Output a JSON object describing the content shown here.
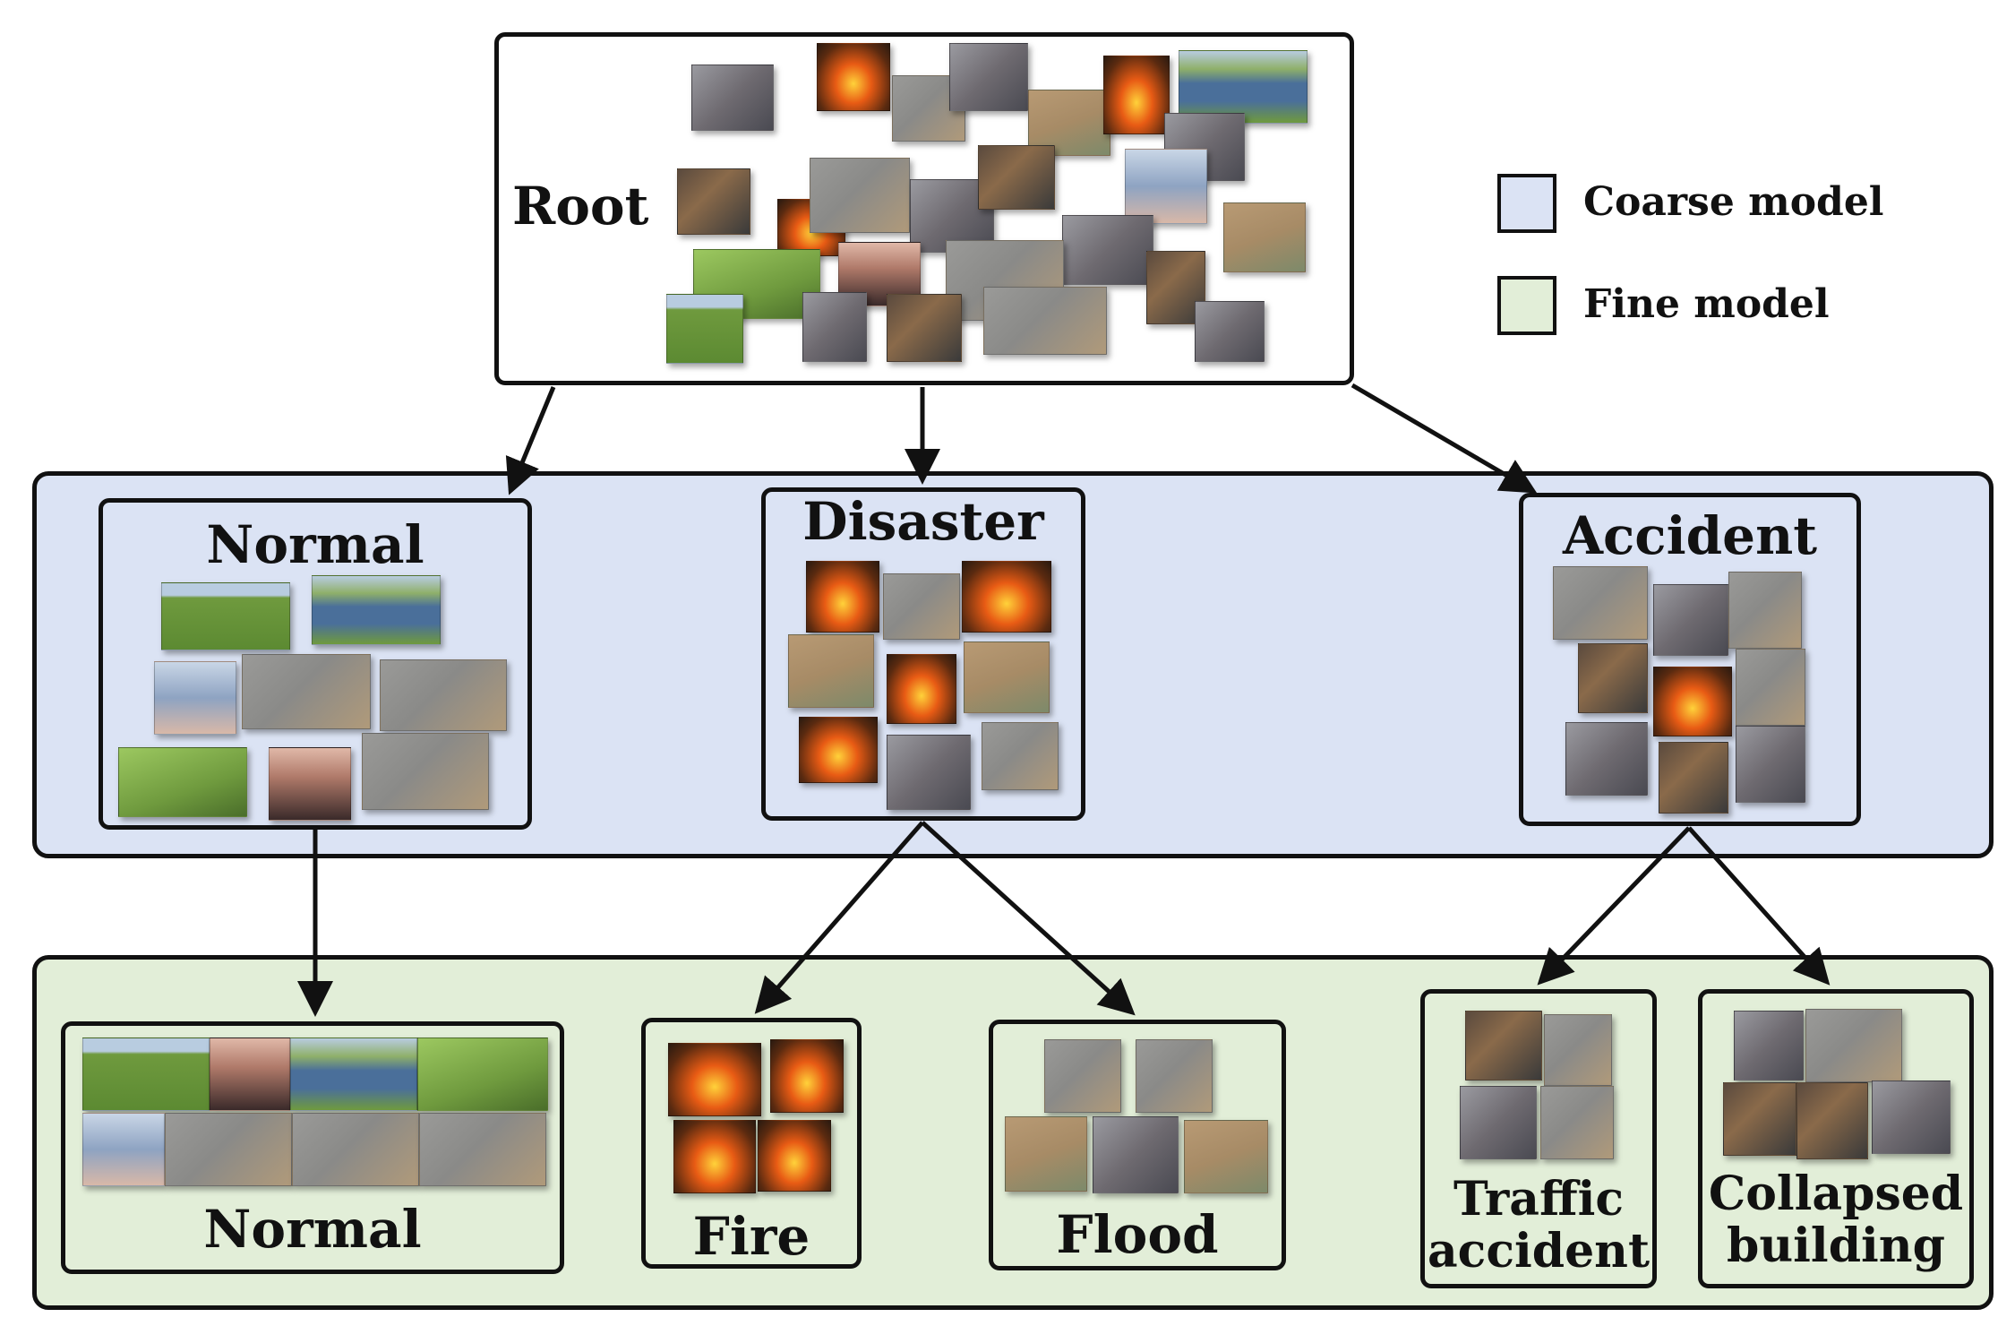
{
  "root": {
    "label": "Root"
  },
  "legend": {
    "coarse": {
      "label": "Coarse model",
      "color": "#dbe3f4"
    },
    "fine": {
      "label": "Fine model",
      "color": "#e2eed8"
    }
  },
  "coarse": {
    "normal": {
      "label": "Normal"
    },
    "disaster": {
      "label": "Disaster"
    },
    "accident": {
      "label": "Accident"
    }
  },
  "fine": {
    "normal": {
      "label": "Normal"
    },
    "fire": {
      "label": "Fire"
    },
    "flood": {
      "label": "Flood"
    },
    "traffic": {
      "label_line1": "Traffic",
      "label_line2": "accident"
    },
    "collapsed": {
      "label_line1": "Collapsed",
      "label_line2": "building"
    }
  },
  "colors": {
    "grass": "#6f9a3e",
    "water": "#4a6f9a",
    "fire": "#e85b14",
    "flood": "#b89a74",
    "road": "#8a8a88",
    "debris": "#5a4a3e",
    "city": "#6e6a70",
    "dusk": "#b07a6a",
    "sky": "#b8cce0"
  }
}
